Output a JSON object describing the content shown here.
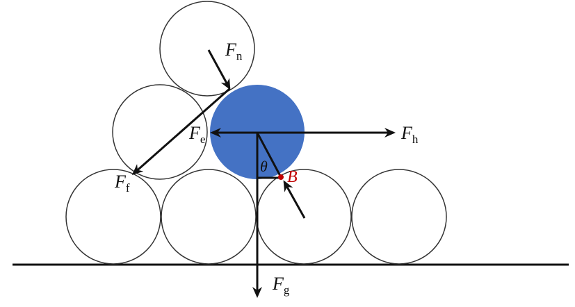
{
  "labels": {
    "fn": {
      "main": "F",
      "sub": "n"
    },
    "fe": {
      "main": "F",
      "sub": "e"
    },
    "fh": {
      "main": "F",
      "sub": "h"
    },
    "ff": {
      "main": "F",
      "sub": "f"
    },
    "fg": {
      "main": "F",
      "sub": "g"
    },
    "theta": "θ",
    "point_b": "B"
  },
  "colors": {
    "highlighted_ball": "#4472C4",
    "point_b": "#C00000",
    "line": "#111111",
    "circle_stroke": "#333333"
  }
}
